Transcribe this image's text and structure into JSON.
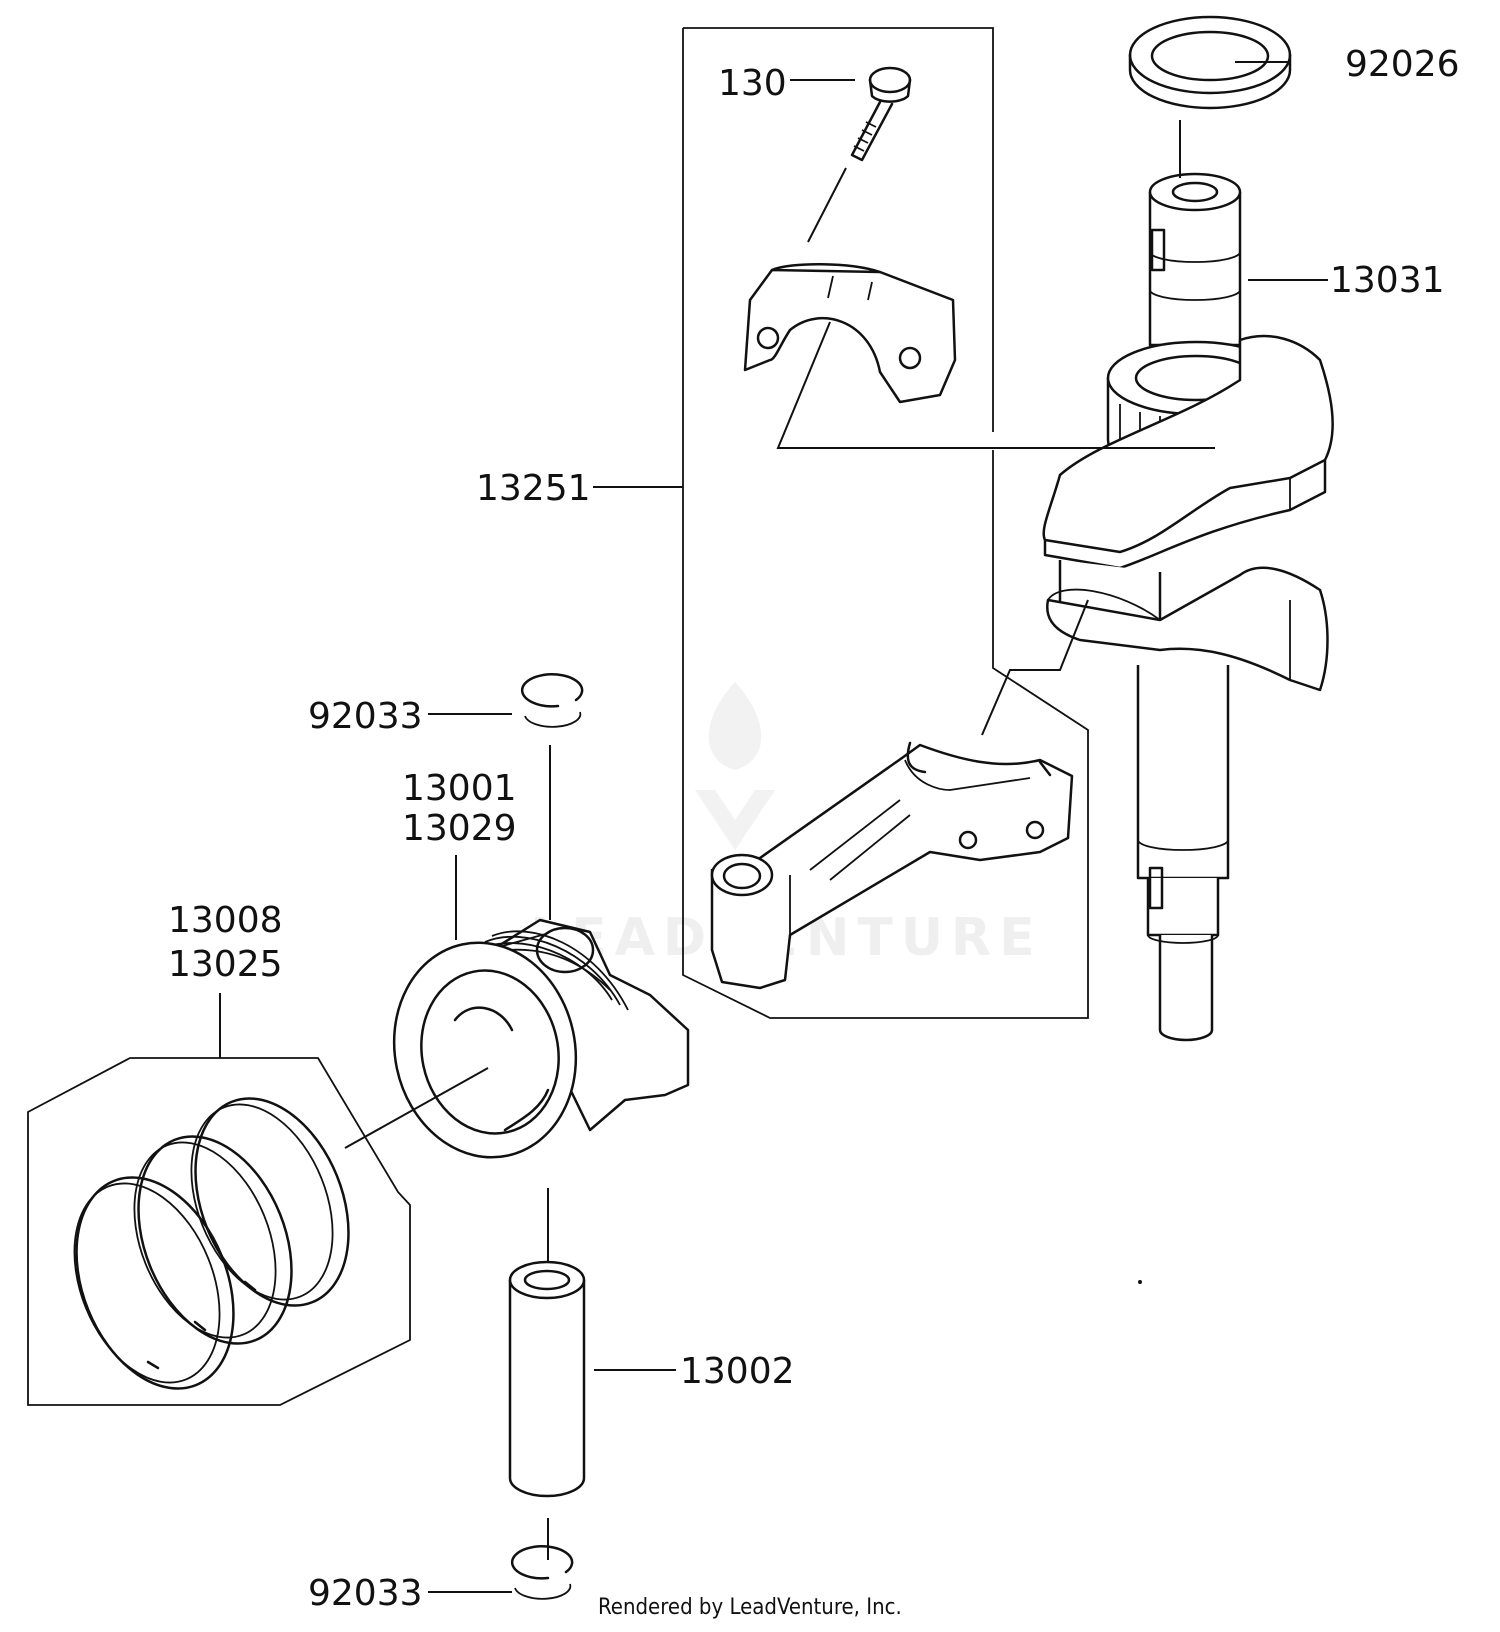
{
  "labels": {
    "p92026": "92026",
    "p130": "130",
    "p13031": "13031",
    "p13251": "13251",
    "p92033_top": "92033",
    "p13001": "13001",
    "p13029": "13029",
    "p13008": "13008",
    "p13025": "13025",
    "p13002": "13002",
    "p92033_bottom": "92033"
  },
  "watermark": "LEADVENTURE",
  "credit": "Rendered by LeadVenture, Inc."
}
